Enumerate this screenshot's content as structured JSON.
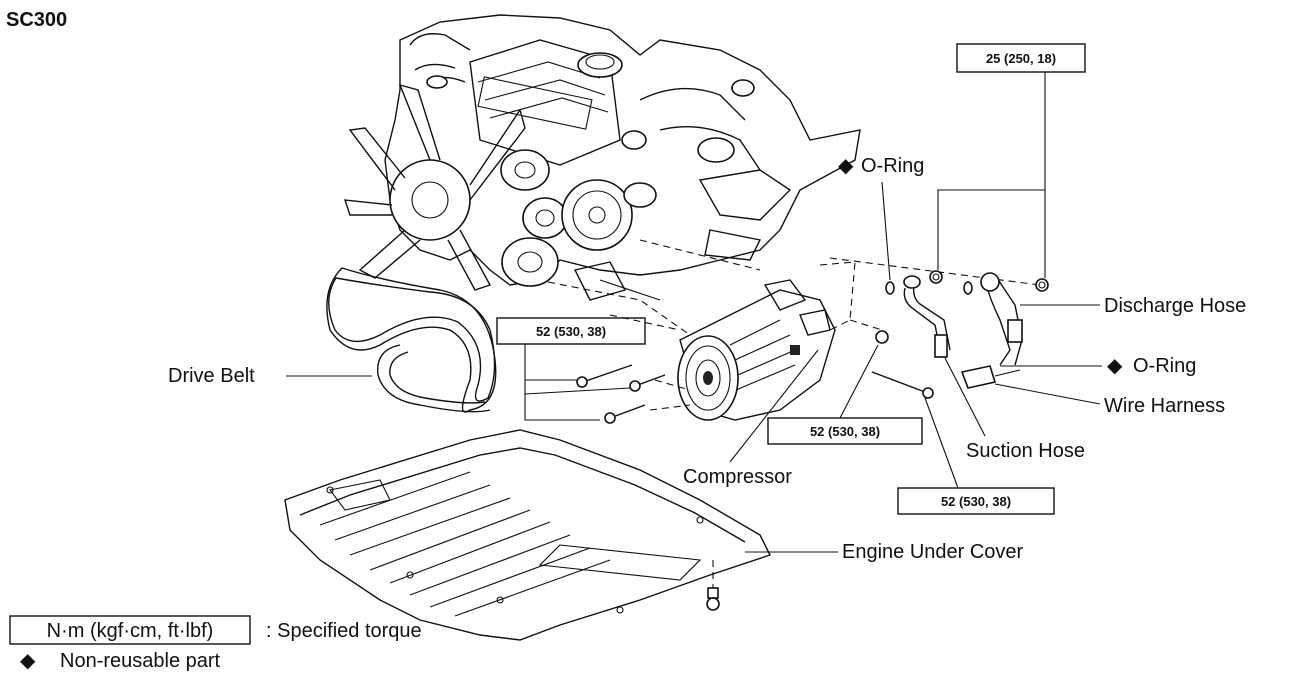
{
  "title": "SC300",
  "labels": {
    "o_ring_top": "O-Ring",
    "discharge_hose": "Discharge Hose",
    "o_ring_right": "O-Ring",
    "wire_harness": "Wire Harness",
    "suction_hose": "Suction Hose",
    "drive_belt": "Drive Belt",
    "compressor": "Compressor",
    "engine_under_cover": "Engine Under Cover"
  },
  "torque_boxes": {
    "top_right": "25 (250, 18)",
    "left": "52 (530, 38)",
    "center": "52 (530, 38)",
    "bottom_right": "52 (530, 38)"
  },
  "legend": {
    "unit_box": "N·m (kgf·cm, ft·lbf)",
    "unit_desc": ": Specified torque",
    "nonreusable_symbol": "◆",
    "nonreusable_desc": "Non-reusable part"
  },
  "symbols": {
    "diamond": "◆"
  }
}
